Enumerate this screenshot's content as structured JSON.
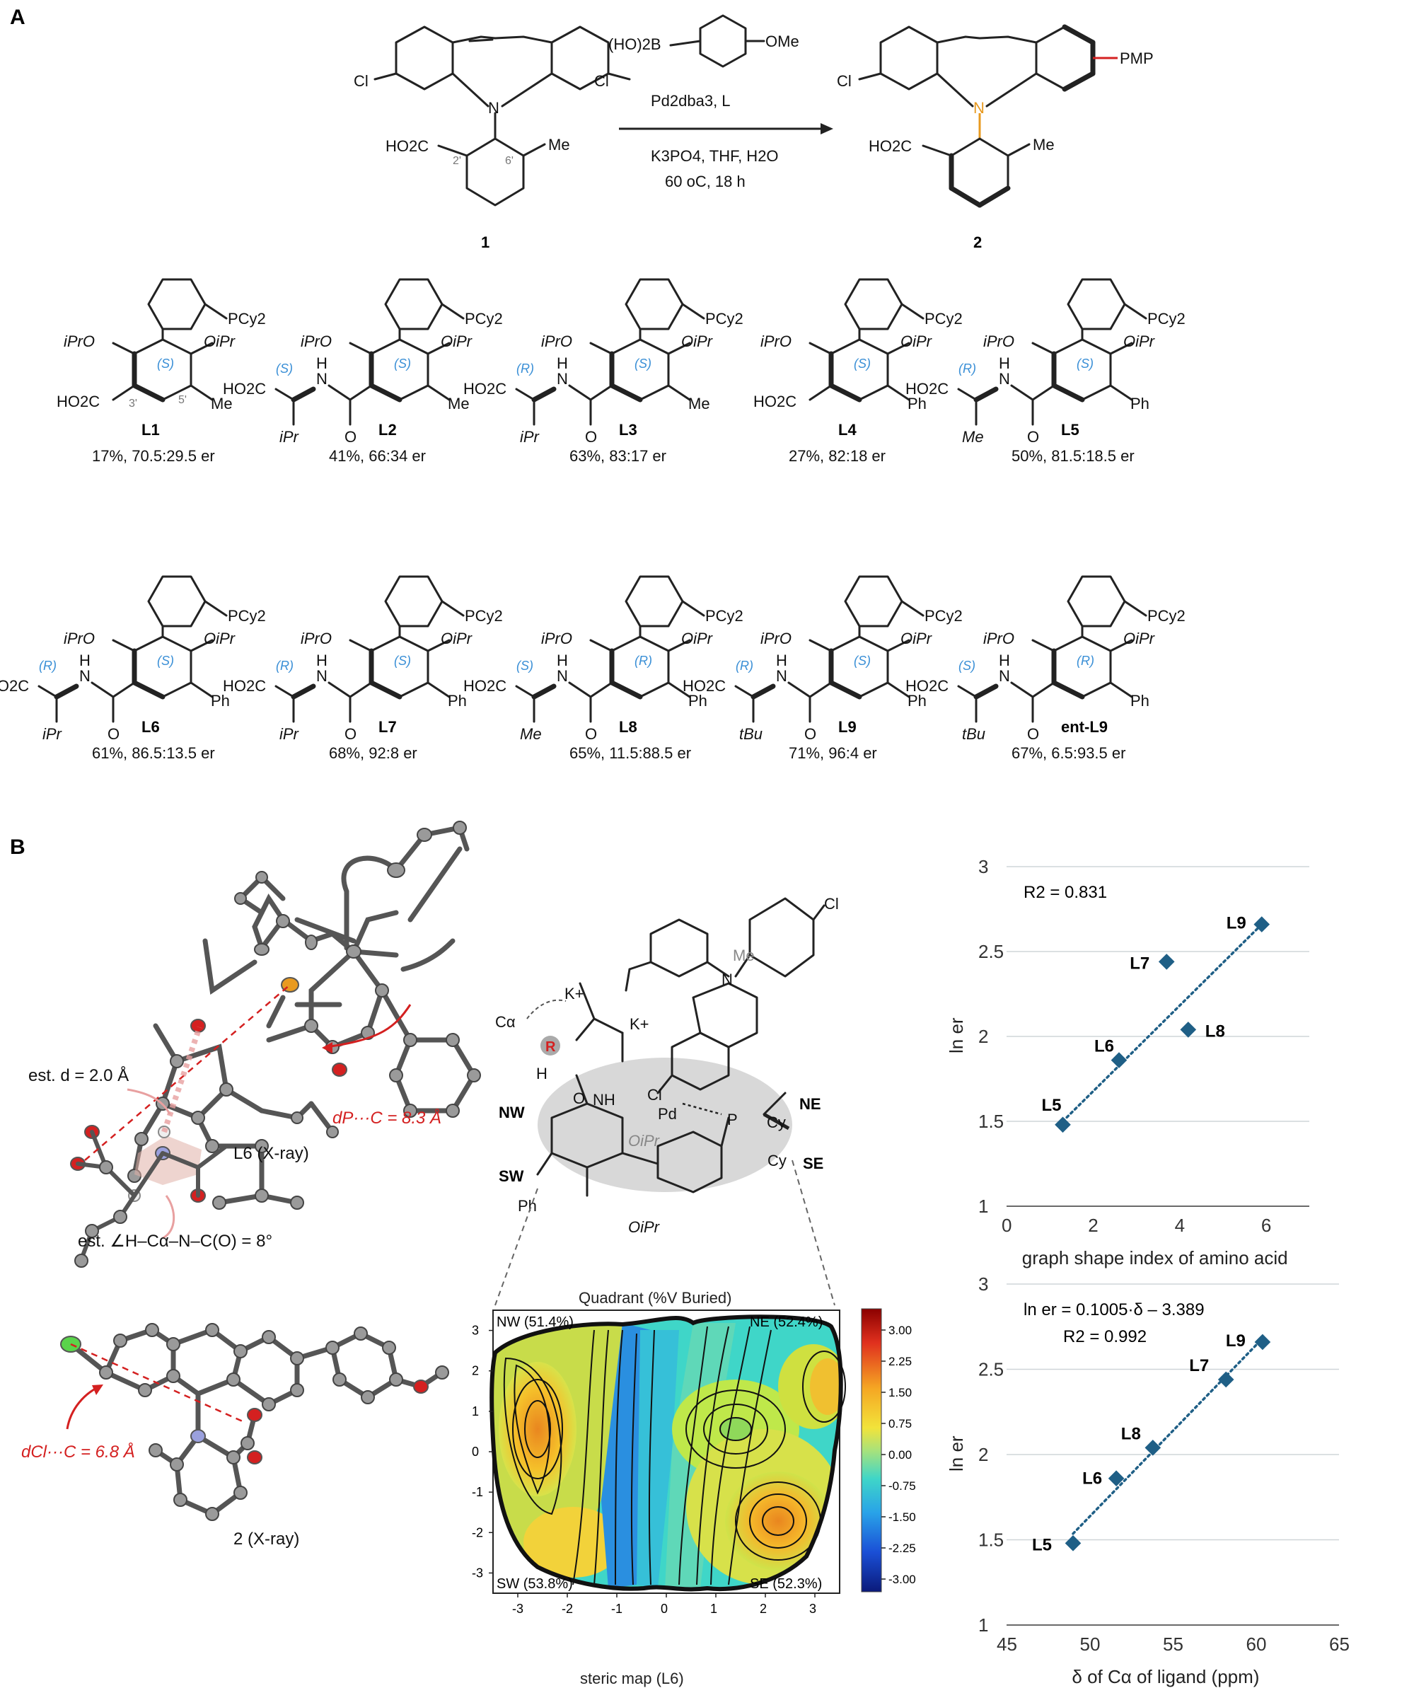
{
  "panels": {
    "a": "A",
    "b": "B"
  },
  "scheme": {
    "reagent_boronic": "(HO)2B",
    "reagent_ome": "OMe",
    "catalyst": "Pd2dba3, L",
    "conditions_1": "K3PO4, THF, H2O",
    "conditions_2": "60 oC, 18 h",
    "sm_label": "1",
    "product_label": "2",
    "sm_atoms": {
      "cl_left": "Cl",
      "cl_right": "Cl",
      "n": "N",
      "acid": "HO2C",
      "me": "Me",
      "pos2": "2'",
      "pos6": "6'"
    },
    "product_atoms": {
      "cl": "Cl",
      "pmp": "PMP",
      "n": "N",
      "acid": "HO2C",
      "me": "Me"
    }
  },
  "ligands": [
    {
      "id": "L1",
      "label": "L1",
      "result": "17%, 70.5:29.5 er",
      "axial": "(S)",
      "sub5": "Me",
      "amide": false,
      "aa": null
    },
    {
      "id": "L2",
      "label": "L2",
      "result": "41%, 66:34 er",
      "axial": "(S)",
      "sub5": "Me",
      "amide": true,
      "aa": {
        "stereo": "(S)",
        "side": "iPr"
      }
    },
    {
      "id": "L3",
      "label": "L3",
      "result": "63%, 83:17 er",
      "axial": "(S)",
      "sub5": "Me",
      "amide": true,
      "aa": {
        "stereo": "(R)",
        "side": "iPr"
      }
    },
    {
      "id": "L4",
      "label": "L4",
      "result": "27%, 82:18 er",
      "axial": "(S)",
      "sub5": "Ph",
      "amide": false,
      "aa": null
    },
    {
      "id": "L5",
      "label": "L5",
      "result": "50%, 81.5:18.5 er",
      "axial": "(S)",
      "sub5": "Ph",
      "amide": true,
      "aa": {
        "stereo": "(R)",
        "side": "Me"
      }
    },
    {
      "id": "L6",
      "label": "L6",
      "result": "61%, 86.5:13.5 er",
      "axial": "(S)",
      "sub5": "Ph",
      "amide": true,
      "aa": {
        "stereo": "(R)",
        "side": "iPr"
      }
    },
    {
      "id": "L7",
      "label": "L7",
      "result": "68%, 92:8 er",
      "axial": "(S)",
      "sub5": "Ph",
      "amide": true,
      "aa": {
        "stereo": "(R)",
        "side": "iPr"
      }
    },
    {
      "id": "L8",
      "label": "L8",
      "result": "65%, 11.5:88.5 er",
      "axial": "(R)",
      "sub5": "Ph",
      "amide": true,
      "aa": {
        "stereo": "(S)",
        "side": "Me"
      }
    },
    {
      "id": "L9",
      "label": "L9",
      "result": "71%, 96:4 er",
      "axial": "(S)",
      "sub5": "Ph",
      "amide": true,
      "aa": {
        "stereo": "(R)",
        "side": "tBu"
      }
    },
    {
      "id": "entL9",
      "label": "ent-L9",
      "result": "67%, 6.5:93.5 er",
      "axial": "(R)",
      "sub5": "Ph",
      "amide": true,
      "aa": {
        "stereo": "(S)",
        "side": "tBu"
      }
    }
  ],
  "ligand_atoms": {
    "pcy2": "PCy2",
    "oipr_left": "iPrO",
    "oipr_right": "OiPr",
    "acid": "HO2C",
    "nh": "N",
    "h": "H",
    "o": "O",
    "pos3": "3'",
    "pos5": "5'"
  },
  "xray": {
    "l6_caption": "L6 (X-ray)",
    "est_d": "est. d = 2.0 Å",
    "d_pc": "dP···C = 8.3 Å",
    "angle": "est. ∠H–Cα–N–C(O) = 8°",
    "p2_caption": "2 (X-ray)",
    "d_clc": "dCl···C = 6.8 Å"
  },
  "model": {
    "calpha": "Cα",
    "r": "R",
    "quadrants": {
      "nw": "NW",
      "ne": "NE",
      "sw": "SW",
      "se": "SE"
    },
    "labels": {
      "k1": "K+",
      "k2": "K+",
      "pd": "Pd",
      "p": "P",
      "cy1": "Cy",
      "cy2": "Cy",
      "oipr1": "OiPr",
      "oipr2": "OiPr",
      "ph": "Ph",
      "cl1": "Cl",
      "cl2": "Cl",
      "me": "Me",
      "n": "N",
      "nh": "NH",
      "h": "H",
      "o": "O"
    }
  },
  "steric_map": {
    "title": "Quadrant (%V Buried)",
    "xlabel": "steric map (L6)",
    "nw": "NW (51.4%)",
    "ne": "NE (52.4%)",
    "sw": "SW (53.8%)",
    "se": "SE (52.3%)",
    "ticks": [
      "-3",
      "-2",
      "-1",
      "0",
      "1",
      "2",
      "3"
    ],
    "colorbar": [
      "3.00",
      "2.25",
      "1.50",
      "0.75",
      "0.00",
      "-0.75",
      "-1.50",
      "-2.25",
      "-3.00"
    ]
  },
  "chart_data": [
    {
      "type": "scatter",
      "title": "",
      "xlabel": "graph shape index of amino acid",
      "ylabel": "ln er",
      "xlim": [
        0,
        7
      ],
      "ylim": [
        1,
        3
      ],
      "xticks": [
        "0",
        "2",
        "4",
        "6"
      ],
      "yticks": [
        "1",
        "1.5",
        "2",
        "2.5",
        "3"
      ],
      "annotation": "R2 = 0.831",
      "points": [
        {
          "label": "L5",
          "x": 1.3,
          "y": 1.48
        },
        {
          "label": "L6",
          "x": 2.6,
          "y": 1.86
        },
        {
          "label": "L7",
          "x": 3.7,
          "y": 2.44
        },
        {
          "label": "L8",
          "x": 4.2,
          "y": 2.04
        },
        {
          "label": "L9",
          "x": 5.9,
          "y": 2.66
        }
      ],
      "trendline": [
        [
          1.3,
          1.5
        ],
        [
          5.9,
          2.66
        ]
      ]
    },
    {
      "type": "scatter",
      "title": "",
      "xlabel": "δ of Cα of ligand (ppm)",
      "ylabel": "ln er",
      "xlim": [
        45,
        65
      ],
      "ylim": [
        1,
        3
      ],
      "xticks": [
        "45",
        "50",
        "55",
        "60",
        "65"
      ],
      "yticks": [
        "1",
        "1.5",
        "2",
        "2.5",
        "3"
      ],
      "annotation": "ln er = 0.1005·δ – 3.389",
      "annotation2": "R2 = 0.992",
      "points": [
        {
          "label": "L5",
          "x": 49.0,
          "y": 1.48
        },
        {
          "label": "L6",
          "x": 51.6,
          "y": 1.86
        },
        {
          "label": "L8",
          "x": 53.8,
          "y": 2.04
        },
        {
          "label": "L7",
          "x": 58.2,
          "y": 2.44
        },
        {
          "label": "L9",
          "x": 60.4,
          "y": 2.66
        }
      ],
      "trendline": [
        [
          49.0,
          1.536
        ],
        [
          60.4,
          2.681
        ]
      ]
    }
  ],
  "colors": {
    "point": "#1f5f86",
    "trend": "#1f5f86",
    "red": "#d42020",
    "blue": "#3a8fd6",
    "orange": "#e89a20"
  }
}
